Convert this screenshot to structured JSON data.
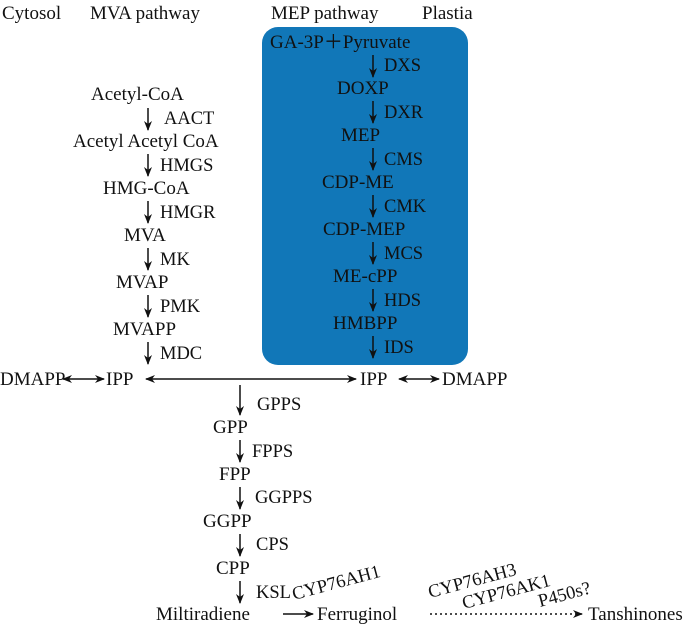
{
  "headers": {
    "cytosol": "Cytosol",
    "mva": "MVA pathway",
    "mep": "MEP pathway",
    "plastia": "Plastia"
  },
  "mva": {
    "acetyl_coa": "Acetyl-CoA",
    "aact": "AACT",
    "acetyl_acetyl_coa": "Acetyl Acetyl CoA",
    "hmgs": "HMGS",
    "hmg_coa": "HMG-CoA",
    "hmgr": "HMGR",
    "mva": "MVA",
    "mk": "MK",
    "mvap": "MVAP",
    "pmk": "PMK",
    "mvapp": "MVAPP",
    "mdc": "MDC"
  },
  "mep": {
    "ga3p": "GA-3P＋Pyruvate",
    "dxs": "DXS",
    "doxp": "DOXP",
    "dxr": "DXR",
    "mep": "MEP",
    "cms": "CMS",
    "cdp_me": "CDP-ME",
    "cmk": "CMK",
    "cdp_mep": "CDP-MEP",
    "mcs": "MCS",
    "me_cpp": "ME-cPP",
    "hds": "HDS",
    "hmbpp": "HMBPP",
    "ids": "IDS"
  },
  "junction": {
    "dmapp_left": "DMAPP",
    "ipp_left": "IPP",
    "ipp_right": "IPP",
    "dmapp_right": "DMAPP"
  },
  "downstream": {
    "gpps": "GPPS",
    "gpp": "GPP",
    "fpps": "FPPS",
    "fpp": "FPP",
    "ggpps": "GGPPS",
    "ggpp": "GGPP",
    "cps": "CPS",
    "cpp": "CPP",
    "ksl": "KSL",
    "miltiradiene": "Miltiradiene",
    "cyp76ah1": "CYP76AH1",
    "ferruginol": "Ferruginol",
    "cyp76ah3": "CYP76AH3",
    "cyp76ak1": "CYP76AK1",
    "p450s": "P450s?",
    "tanshinones": "Tanshinones"
  },
  "colors": {
    "plastid_box": "#1177b8",
    "ink": "#111111"
  }
}
